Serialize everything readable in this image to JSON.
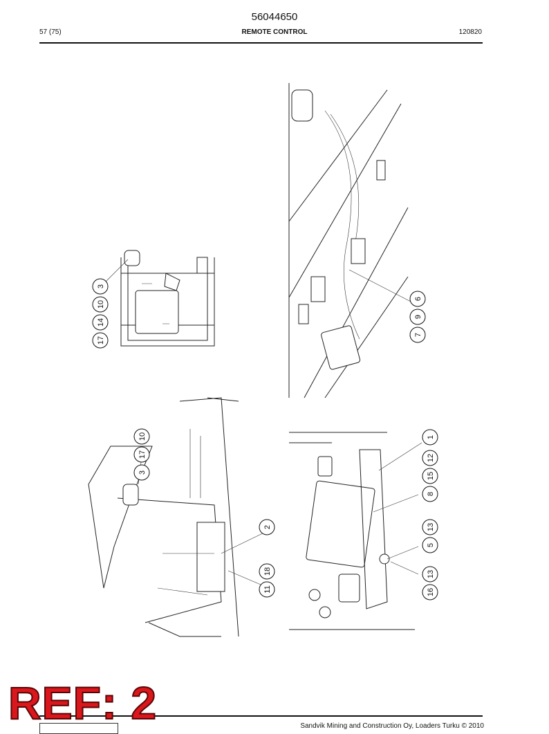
{
  "header": {
    "doc_number": "56044650",
    "page": "57 (75)",
    "section_title": "REMOTE CONTROL",
    "revision": "120820"
  },
  "footer": {
    "copyright": "Sandvik Mining and Construction Oy, Loaders Turku © 2010"
  },
  "stamp": {
    "text": "REF: 2",
    "color": "#d9171c"
  },
  "callouts": {
    "upper_left": [
      "3",
      "10",
      "14",
      "17"
    ],
    "upper_right": [
      "6",
      "9",
      "7"
    ],
    "lower_left_a": [
      "3",
      "17",
      "10"
    ],
    "lower_left_b": [
      "2",
      "18",
      "11"
    ],
    "lower_right": [
      "1",
      "12",
      "15",
      "8",
      "13",
      "5",
      "13",
      "16"
    ]
  }
}
